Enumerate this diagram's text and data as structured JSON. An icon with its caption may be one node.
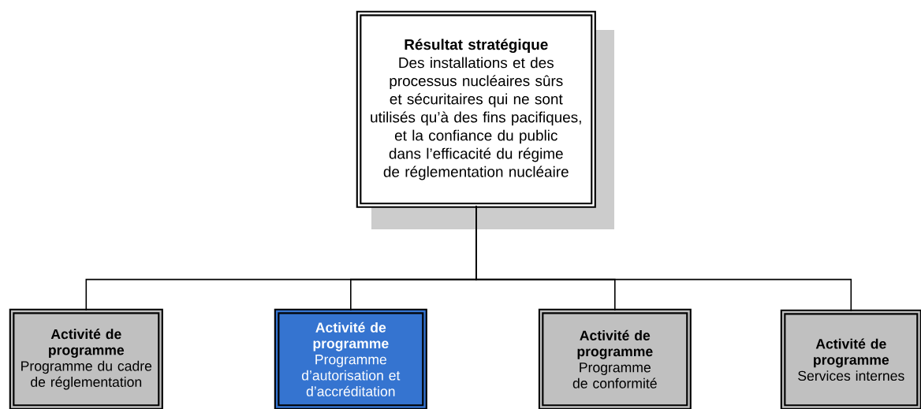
{
  "diagram": {
    "nodes": [
      {
        "text": [
          "Résultat stratégique",
          "Des installations et des processus nucléaires sûrs et sécuritaires qui ne sont utilisés qu’à des fins pacifiques, et la confiance du public dans l’efficacité du régime de réglementation nucléaire"
        ]
      },
      {
        "text": [
          "Activité de programme",
          "Programme du cadre de réglementation"
        ]
      },
      {
        "text": [
          "Activité de programme",
          "Programme d’autorisation et d’accréditation"
        ]
      },
      {
        "text": [
          "Activité de programme",
          "Programme de conformité"
        ]
      },
      {
        "text": [
          "Activité de programme",
          "Services internes"
        ]
      }
    ],
    "edges": [
      {
        "from": 0,
        "to": 1,
        "arrow": "none"
      },
      {
        "from": 0,
        "to": 2,
        "arrow": "none"
      },
      {
        "from": 0,
        "to": 3,
        "arrow": "none"
      },
      {
        "from": 0,
        "to": 4,
        "arrow": "none"
      }
    ]
  }
}
